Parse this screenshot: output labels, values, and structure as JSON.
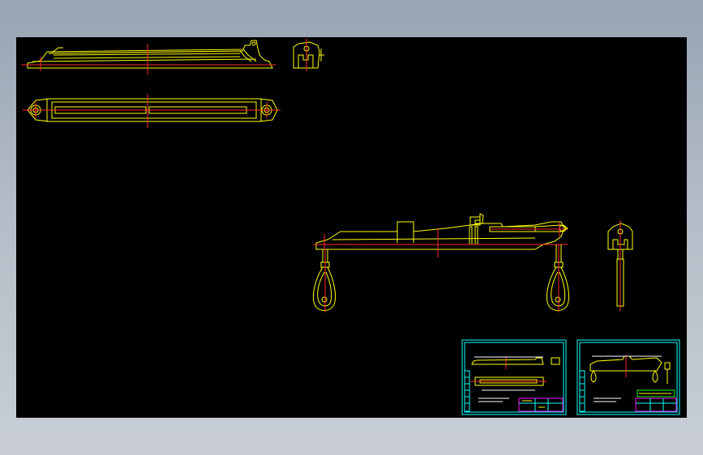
{
  "canvas": {
    "background": "#000000",
    "line_colors": {
      "outline": "#ffff00",
      "centerline": "#ff2a2a",
      "frame": "#00ffff",
      "highlight": "#ff00ff",
      "annotation": "#ffffff"
    }
  },
  "views": [
    "beam-side-view",
    "beam-end-view",
    "beam-top-view",
    "spreader-assembly-front-view",
    "spreader-assembly-side-view",
    "part-drawing-sheet",
    "assembly-drawing-sheet"
  ]
}
